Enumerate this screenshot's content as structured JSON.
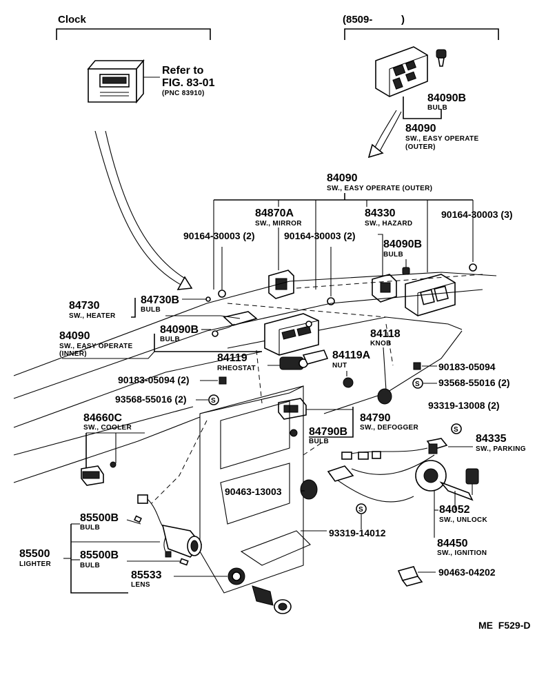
{
  "header": {
    "clock": "Clock",
    "variant": "(8509-          )"
  },
  "refer": {
    "line1": "Refer to",
    "line2": "FIG. 83-01",
    "line3": "(PNC 83910)"
  },
  "parts": [
    {
      "pn": "84090B",
      "desc": "BULB"
    },
    {
      "pn": "84090",
      "desc": "SW., EASY OPERATE",
      "desc2": "(OUTER)"
    },
    {
      "pn": "84090",
      "desc": "SW., EASY OPERATE (OUTER)"
    },
    {
      "pn": "84870A",
      "desc": "SW., MIRROR"
    },
    {
      "pn": "84330",
      "desc": "SW., HAZARD"
    },
    {
      "pn": "90164-30003 (3)"
    },
    {
      "pn": "90164-30003 (2)"
    },
    {
      "pn": "90164-30003 (2)"
    },
    {
      "pn": "84090B",
      "desc": "BULB"
    },
    {
      "pn": "84730",
      "desc": "SW., HEATER"
    },
    {
      "pn": "84730B",
      "desc": "BULB"
    },
    {
      "pn": "84090B",
      "desc": "BULB"
    },
    {
      "pn": "84090",
      "desc": "SW., EASY OPERATE",
      "desc2": "(INNER)"
    },
    {
      "pn": "84118",
      "desc": "KNOB"
    },
    {
      "pn": "84119",
      "desc": "RHEOSTAT"
    },
    {
      "pn": "84119A",
      "desc": "NUT"
    },
    {
      "pn": "90183-05094"
    },
    {
      "pn": "90183-05094 (2)"
    },
    {
      "pn": "93568-55016 (2)"
    },
    {
      "pn": "93568-55016 (2)"
    },
    {
      "pn": "93319-13008 (2)"
    },
    {
      "pn": "84790",
      "desc": "SW., DEFOGGER"
    },
    {
      "pn": "84790B",
      "desc": "BULB"
    },
    {
      "pn": "84660C",
      "desc": "SW., COOLER"
    },
    {
      "pn": "84335",
      "desc": "SW., PARKING"
    },
    {
      "pn": "90463-13003"
    },
    {
      "pn": "84052",
      "desc": "SW., UNLOCK"
    },
    {
      "pn": "84450",
      "desc": "SW., IGNITION"
    },
    {
      "pn": "93319-14012"
    },
    {
      "pn": "85500B",
      "desc": "BULB"
    },
    {
      "pn": "85500",
      "desc": "LIGHTER"
    },
    {
      "pn": "85500B",
      "desc": "BULB"
    },
    {
      "pn": "85533",
      "desc": "LENS"
    },
    {
      "pn": "90463-04202"
    }
  ],
  "footer": {
    "code": "ME  F529-D"
  }
}
